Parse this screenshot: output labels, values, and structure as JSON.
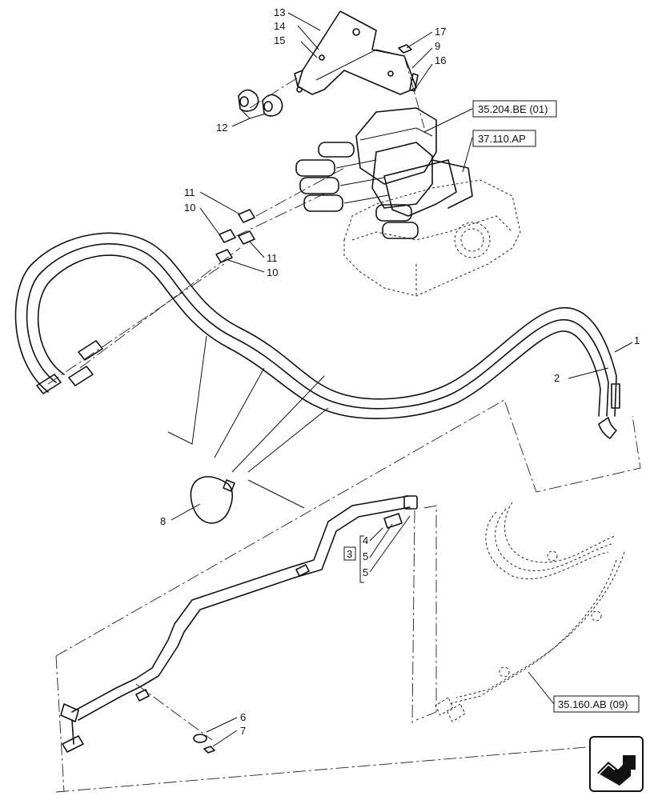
{
  "callouts": {
    "c1": "1",
    "c2": "2",
    "c3": "3",
    "c4": "4",
    "c5a": "5",
    "c5b": "5",
    "c6": "6",
    "c7": "7",
    "c8": "8",
    "c9": "9",
    "c10a": "10",
    "c10b": "10",
    "c11a": "11",
    "c11b": "11",
    "c12": "12",
    "c13": "13",
    "c14": "14",
    "c15": "15",
    "c16": "16",
    "c17": "17"
  },
  "references": {
    "ref_35_204": "35.204.BE (01)",
    "ref_37_110": "37.110.AP",
    "ref_35_160": "35.160.AB (09)"
  },
  "nav_icon": "next-page-arrow-icon"
}
